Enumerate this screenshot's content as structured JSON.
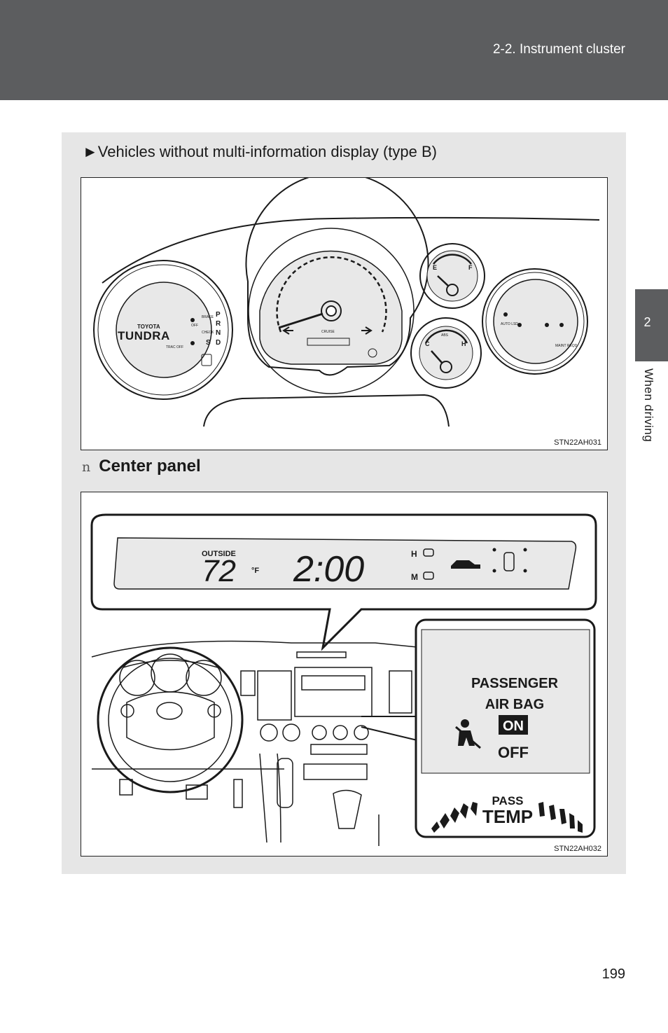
{
  "header": {
    "section": "2-2. Instrument cluster"
  },
  "sidetab": {
    "number": "2",
    "label": "When driving"
  },
  "subheading": "►Vehicles without multi-information display (type B)",
  "figure1": {
    "code": "STN22AH031",
    "labels": {
      "brand_top": "TOYOTA",
      "brand": "TUNDRA",
      "gear": [
        "P",
        "R",
        "N",
        "D"
      ],
      "gear_s": "S",
      "brake": "BRAKE",
      "check": "CHECK",
      "off": "OFF",
      "trac_off": "TRAC\nOFF",
      "cruise": "CRUISE",
      "fuel_e": "E",
      "fuel_f": "F",
      "temp_c": "C",
      "temp_h": "H",
      "abs": "ABS",
      "maint_reqd": "MAINT\nREQD",
      "auto_lsd": "AUTO\nLSD"
    }
  },
  "center_heading": {
    "bullet": "n",
    "text": "Center panel"
  },
  "figure2": {
    "code": "STN22AH032",
    "lcd": {
      "outside_label": "OUTSIDE",
      "temperature": "72",
      "unit": "°F",
      "time": "2:00",
      "h_label": "H",
      "m_label": "M"
    },
    "airbag": {
      "line1": "PASSENGER",
      "line2": "AIR BAG",
      "on": "ON",
      "off": "OFF",
      "pass": "PASS",
      "temp": "TEMP"
    }
  },
  "page_number": "199",
  "colors": {
    "header": "#5c5d5f",
    "panel": "#e6e6e6",
    "lcd": "#e9e9e9"
  }
}
